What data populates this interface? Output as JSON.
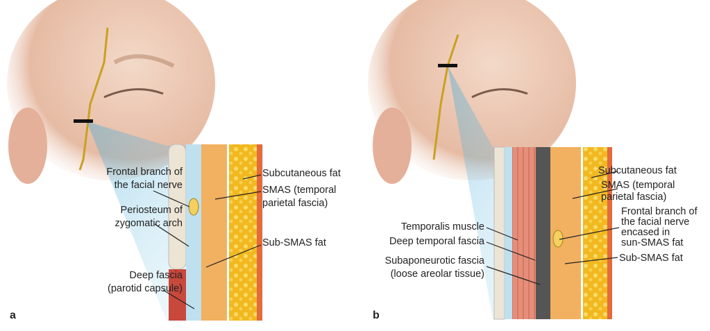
{
  "panels": [
    {
      "letter": "a",
      "right_labels": [
        {
          "lines": [
            "Subcutaneous fat"
          ]
        },
        {
          "lines": [
            "SMAS (temporal",
            "parietal fascia)"
          ]
        },
        {
          "lines": [
            "Sub-SMAS fat"
          ]
        }
      ],
      "left_labels": [
        {
          "lines": [
            "Frontal branch of",
            "the facial nerve"
          ]
        },
        {
          "lines": [
            "Periosteum of",
            "zygomatic arch"
          ]
        },
        {
          "lines": [
            "Deep fascia",
            "(parotid capsule)"
          ]
        }
      ]
    },
    {
      "letter": "b",
      "right_labels": [
        {
          "lines": [
            "Subcutaneous fat"
          ]
        },
        {
          "lines": [
            "SMAS (temporal",
            "parietal fascia)"
          ]
        },
        {
          "lines": [
            "Frontal branch of",
            "the facial nerve",
            "encased in",
            "sun-SMAS fat"
          ]
        },
        {
          "lines": [
            "Sub-SMAS fat"
          ]
        }
      ],
      "left_labels": [
        {
          "lines": [
            "Temporalis muscle"
          ]
        },
        {
          "lines": [
            "Deep temporal fascia"
          ]
        },
        {
          "lines": [
            "Subaponeurotic fascia",
            "(loose areolar tissue)"
          ]
        }
      ]
    }
  ]
}
